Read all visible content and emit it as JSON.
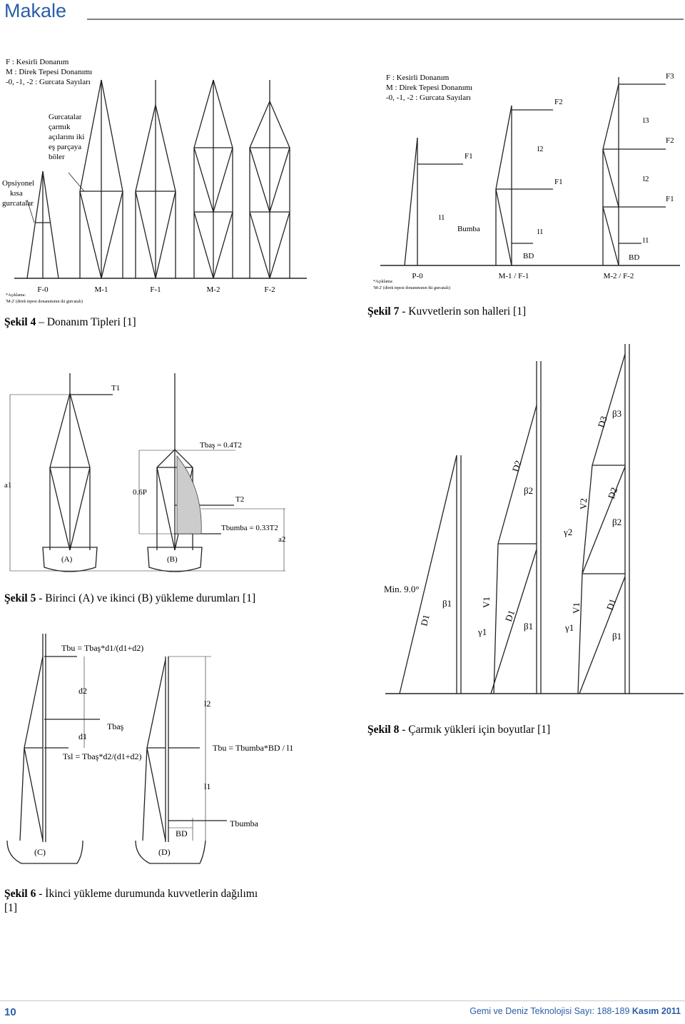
{
  "header": {
    "section": "Makale"
  },
  "figures": {
    "fig4": {
      "legend": [
        "F : Kesirli Donanım",
        "M : Direk Tepesi Donanımı",
        "-0, -1, -2 : Gurcata Sayıları"
      ],
      "note1": [
        "Gurcatalar",
        "çarmık",
        "açılarını iki",
        "eş parçaya",
        "böler"
      ],
      "note2": [
        "Opsiyonel",
        "kısa",
        "gurcatalar"
      ],
      "labels": [
        "F-0",
        "M-1",
        "F-1",
        "M-2",
        "F-2"
      ],
      "footnote": [
        "*Açıklama:",
        "'M-2' (direk tepesi donanımının iki gurcatalı)"
      ],
      "caption_num": "Şekil 4",
      "caption_text": "Donanım Tipleri [1]"
    },
    "fig7": {
      "legend": [
        "F : Kesirli Donanım",
        "M : Direk Tepesi Donanımı",
        "-0, -1, -2 : Gurcata Sayıları"
      ],
      "labels": [
        "P-0",
        "M-1 / F-1",
        "M-2 / F-2"
      ],
      "forces": [
        "F1",
        "F2",
        "F1",
        "F3",
        "F2",
        "F1"
      ],
      "tags": [
        "l1",
        "l2",
        "l1",
        "l3",
        "l2",
        "l1",
        "Bumba",
        "BD",
        "BD"
      ],
      "footnote": [
        "*Açıklama:",
        "'M-2' (direk tepesi donanımının iki gurcatalı)"
      ],
      "caption_num": "Şekil 7",
      "caption_text": "Kuvvetlerin son halleri [1]"
    },
    "fig5": {
      "labels": [
        "T1",
        "a1",
        "Tbaş = 0.4T2",
        "0.6P",
        "T2",
        "Tbumba = 0.33T2",
        "a2",
        "(A)",
        "(B)"
      ],
      "caption_num": "Şekil 5",
      "caption_text": "Birinci (A) ve ikinci (B) yükleme durumları [1]"
    },
    "fig8": {
      "labels": [
        "Min. 9.0°",
        "D1",
        "β1",
        "V1",
        "D1",
        "γ1",
        "β1",
        "D2",
        "β2",
        "V1",
        "γ1",
        "D1",
        "β1",
        "D3",
        "β3",
        "V2",
        "D2",
        "γ2",
        "β2"
      ],
      "caption_num": "Şekil 8",
      "caption_text": "Çarmık yükleri için boyutlar [1]"
    },
    "fig6": {
      "labels": [
        "Tbu = Tbaş*d1/(d1+d2)",
        "d2",
        "Tbaş",
        "d1",
        "Tsl = Tbaş*d2/(d1+d2)",
        "l2",
        "Tbu = Tbumba*BD / l1",
        "l1",
        "BD",
        "Tbumba",
        "(C)",
        "(D)"
      ],
      "caption_num": "Şekil 6",
      "caption_text": "İkinci yükleme durumunda kuvvetlerin dağılımı",
      "caption_text2": "[1]"
    }
  },
  "footer": {
    "page": "10",
    "journal": "Gemi ve Deniz Teknolojisi  Sayı: 188-189 ",
    "date": "Kasım 2011"
  }
}
